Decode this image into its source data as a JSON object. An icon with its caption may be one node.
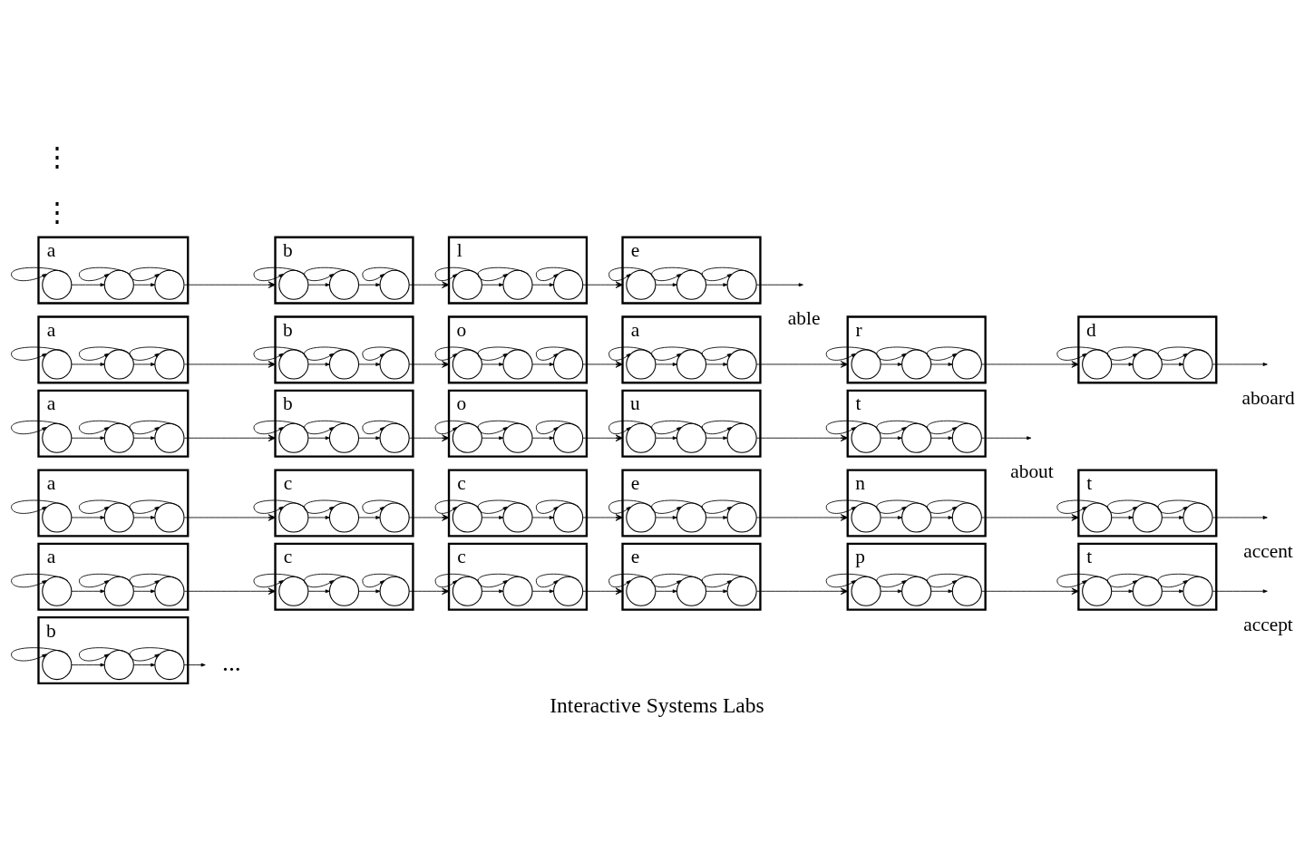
{
  "diagram": {
    "caption": "Interactive Systems Labs",
    "nodes": [
      {
        "text": [
          "a"
        ]
      },
      {
        "text": [],
        "shape": "circle",
        "in": 0
      },
      {
        "text": [],
        "shape": "circle",
        "in": 0
      },
      {
        "text": [],
        "shape": "circle",
        "in": 0
      },
      {
        "text": [
          "b"
        ]
      },
      {
        "text": [],
        "shape": "circle",
        "in": 4
      },
      {
        "text": [],
        "shape": "circle",
        "in": 4
      },
      {
        "text": [],
        "shape": "circle",
        "in": 4
      },
      {
        "text": [
          "l"
        ]
      },
      {
        "text": [],
        "shape": "circle",
        "in": 8
      },
      {
        "text": [],
        "shape": "circle",
        "in": 8
      },
      {
        "text": [],
        "shape": "circle",
        "in": 8
      },
      {
        "text": [
          "e"
        ],
        "beside": [
          "able"
        ]
      },
      {
        "text": [],
        "shape": "circle",
        "in": 12
      },
      {
        "text": [],
        "shape": "circle",
        "in": 12
      },
      {
        "text": [],
        "shape": "circle",
        "in": 12
      },
      {
        "text": [
          "a"
        ]
      },
      {
        "text": [],
        "shape": "circle",
        "in": 16
      },
      {
        "text": [],
        "shape": "circle",
        "in": 16
      },
      {
        "text": [],
        "shape": "circle",
        "in": 16
      },
      {
        "text": [
          "b"
        ]
      },
      {
        "text": [],
        "shape": "circle",
        "in": 20
      },
      {
        "text": [],
        "shape": "circle",
        "in": 20
      },
      {
        "text": [],
        "shape": "circle",
        "in": 20
      },
      {
        "text": [
          "o"
        ]
      },
      {
        "text": [],
        "shape": "circle",
        "in": 24
      },
      {
        "text": [],
        "shape": "circle",
        "in": 24
      },
      {
        "text": [],
        "shape": "circle",
        "in": 24
      },
      {
        "text": [
          "a"
        ]
      },
      {
        "text": [],
        "shape": "circle",
        "in": 28
      },
      {
        "text": [],
        "shape": "circle",
        "in": 28
      },
      {
        "text": [],
        "shape": "circle",
        "in": 28
      },
      {
        "text": [
          "r"
        ]
      },
      {
        "text": [],
        "shape": "circle",
        "in": 32
      },
      {
        "text": [],
        "shape": "circle",
        "in": 32
      },
      {
        "text": [],
        "shape": "circle",
        "in": 32
      },
      {
        "text": [
          "d"
        ],
        "beside": [
          "aboard"
        ]
      },
      {
        "text": [],
        "shape": "circle",
        "in": 36
      },
      {
        "text": [],
        "shape": "circle",
        "in": 36
      },
      {
        "text": [],
        "shape": "circle",
        "in": 36
      },
      {
        "text": [
          "a"
        ]
      },
      {
        "text": [],
        "shape": "circle",
        "in": 40
      },
      {
        "text": [],
        "shape": "circle",
        "in": 40
      },
      {
        "text": [],
        "shape": "circle",
        "in": 40
      },
      {
        "text": [
          "b"
        ]
      },
      {
        "text": [],
        "shape": "circle",
        "in": 44
      },
      {
        "text": [],
        "shape": "circle",
        "in": 44
      },
      {
        "text": [],
        "shape": "circle",
        "in": 44
      },
      {
        "text": [
          "o"
        ]
      },
      {
        "text": [],
        "shape": "circle",
        "in": 48
      },
      {
        "text": [],
        "shape": "circle",
        "in": 48
      },
      {
        "text": [],
        "shape": "circle",
        "in": 48
      },
      {
        "text": [
          "u"
        ]
      },
      {
        "text": [],
        "shape": "circle",
        "in": 52
      },
      {
        "text": [],
        "shape": "circle",
        "in": 52
      },
      {
        "text": [],
        "shape": "circle",
        "in": 52
      },
      {
        "text": [
          "t"
        ],
        "beside": [
          "about"
        ]
      },
      {
        "text": [],
        "shape": "circle",
        "in": 56
      },
      {
        "text": [],
        "shape": "circle",
        "in": 56
      },
      {
        "text": [],
        "shape": "circle",
        "in": 56
      },
      {
        "text": [
          "a"
        ]
      },
      {
        "text": [],
        "shape": "circle",
        "in": 60
      },
      {
        "text": [],
        "shape": "circle",
        "in": 60
      },
      {
        "text": [],
        "shape": "circle",
        "in": 60
      },
      {
        "text": [
          "c"
        ]
      },
      {
        "text": [],
        "shape": "circle",
        "in": 64
      },
      {
        "text": [],
        "shape": "circle",
        "in": 64
      },
      {
        "text": [],
        "shape": "circle",
        "in": 64
      },
      {
        "text": [
          "c"
        ]
      },
      {
        "text": [],
        "shape": "circle",
        "in": 68
      },
      {
        "text": [],
        "shape": "circle",
        "in": 68
      },
      {
        "text": [],
        "shape": "circle",
        "in": 68
      },
      {
        "text": [
          "e"
        ]
      },
      {
        "text": [],
        "shape": "circle",
        "in": 72
      },
      {
        "text": [],
        "shape": "circle",
        "in": 72
      },
      {
        "text": [],
        "shape": "circle",
        "in": 72
      },
      {
        "text": [
          "n"
        ]
      },
      {
        "text": [],
        "shape": "circle",
        "in": 76
      },
      {
        "text": [],
        "shape": "circle",
        "in": 76
      },
      {
        "text": [],
        "shape": "circle",
        "in": 76
      },
      {
        "text": [
          "t"
        ],
        "beside": [
          "accent"
        ]
      },
      {
        "text": [],
        "shape": "circle",
        "in": 80
      },
      {
        "text": [],
        "shape": "circle",
        "in": 80
      },
      {
        "text": [],
        "shape": "circle",
        "in": 80
      },
      {
        "text": [
          "a"
        ]
      },
      {
        "text": [],
        "shape": "circle",
        "in": 84
      },
      {
        "text": [],
        "shape": "circle",
        "in": 84
      },
      {
        "text": [],
        "shape": "circle",
        "in": 84
      },
      {
        "text": [
          "c"
        ]
      },
      {
        "text": [],
        "shape": "circle",
        "in": 88
      },
      {
        "text": [],
        "shape": "circle",
        "in": 88
      },
      {
        "text": [],
        "shape": "circle",
        "in": 88
      },
      {
        "text": [
          "c"
        ]
      },
      {
        "text": [],
        "shape": "circle",
        "in": 92
      },
      {
        "text": [],
        "shape": "circle",
        "in": 92
      },
      {
        "text": [],
        "shape": "circle",
        "in": 92
      },
      {
        "text": [
          "e"
        ]
      },
      {
        "text": [],
        "shape": "circle",
        "in": 96
      },
      {
        "text": [],
        "shape": "circle",
        "in": 96
      },
      {
        "text": [],
        "shape": "circle",
        "in": 96
      },
      {
        "text": [
          "p"
        ]
      },
      {
        "text": [],
        "shape": "circle",
        "in": 100
      },
      {
        "text": [],
        "shape": "circle",
        "in": 100
      },
      {
        "text": [],
        "shape": "circle",
        "in": 100
      },
      {
        "text": [
          "t"
        ],
        "beside": [
          "accept"
        ]
      },
      {
        "text": [],
        "shape": "circle",
        "in": 104
      },
      {
        "text": [],
        "shape": "circle",
        "in": 104
      },
      {
        "text": [],
        "shape": "circle",
        "in": 104
      },
      {
        "text": [
          "b"
        ]
      },
      {
        "text": [],
        "shape": "circle",
        "in": 108
      },
      {
        "text": [],
        "shape": "circle",
        "in": 108
      },
      {
        "text": [],
        "shape": "circle",
        "in": 108
      },
      {
        "text": [
          "..."
        ]
      }
    ],
    "edges": [
      {
        "from": 1,
        "to": 1,
        "arrow": "to"
      },
      {
        "from": 2,
        "to": 2,
        "arrow": "to"
      },
      {
        "from": 3,
        "to": 3,
        "arrow": "to"
      },
      {
        "from": 1,
        "to": 2,
        "arrow": "to"
      },
      {
        "from": 2,
        "to": 3,
        "arrow": "to"
      },
      {
        "from": 3,
        "to": 4,
        "arrow": "to"
      },
      {
        "from": 5,
        "to": 5,
        "arrow": "to"
      },
      {
        "from": 6,
        "to": 6,
        "arrow": "to"
      },
      {
        "from": 7,
        "to": 7,
        "arrow": "to"
      },
      {
        "from": 5,
        "to": 6,
        "arrow": "to"
      },
      {
        "from": 6,
        "to": 7,
        "arrow": "to"
      },
      {
        "from": 7,
        "to": 8,
        "arrow": "to"
      },
      {
        "from": 9,
        "to": 9,
        "arrow": "to"
      },
      {
        "from": 10,
        "to": 10,
        "arrow": "to"
      },
      {
        "from": 11,
        "to": 11,
        "arrow": "to"
      },
      {
        "from": 9,
        "to": 10,
        "arrow": "to"
      },
      {
        "from": 10,
        "to": 11,
        "arrow": "to"
      },
      {
        "from": 11,
        "to": 12,
        "arrow": "to"
      },
      {
        "from": 13,
        "to": 13,
        "arrow": "to"
      },
      {
        "from": 14,
        "to": 14,
        "arrow": "to"
      },
      {
        "from": 15,
        "to": 15,
        "arrow": "to"
      },
      {
        "from": 13,
        "to": 14,
        "arrow": "to"
      },
      {
        "from": 14,
        "to": 15,
        "arrow": "to"
      },
      {
        "from": 15,
        "to": null,
        "arrow": "to"
      },
      {
        "from": 17,
        "to": 17,
        "arrow": "to"
      },
      {
        "from": 18,
        "to": 18,
        "arrow": "to"
      },
      {
        "from": 19,
        "to": 19,
        "arrow": "to"
      },
      {
        "from": 17,
        "to": 18,
        "arrow": "to"
      },
      {
        "from": 18,
        "to": 19,
        "arrow": "to"
      },
      {
        "from": 19,
        "to": 20,
        "arrow": "to"
      },
      {
        "from": 21,
        "to": 21,
        "arrow": "to"
      },
      {
        "from": 22,
        "to": 22,
        "arrow": "to"
      },
      {
        "from": 23,
        "to": 23,
        "arrow": "to"
      },
      {
        "from": 21,
        "to": 22,
        "arrow": "to"
      },
      {
        "from": 22,
        "to": 23,
        "arrow": "to"
      },
      {
        "from": 23,
        "to": 24,
        "arrow": "to"
      },
      {
        "from": 25,
        "to": 25,
        "arrow": "to"
      },
      {
        "from": 26,
        "to": 26,
        "arrow": "to"
      },
      {
        "from": 27,
        "to": 27,
        "arrow": "to"
      },
      {
        "from": 25,
        "to": 26,
        "arrow": "to"
      },
      {
        "from": 26,
        "to": 27,
        "arrow": "to"
      },
      {
        "from": 27,
        "to": 28,
        "arrow": "to"
      },
      {
        "from": 29,
        "to": 29,
        "arrow": "to"
      },
      {
        "from": 30,
        "to": 30,
        "arrow": "to"
      },
      {
        "from": 31,
        "to": 31,
        "arrow": "to"
      },
      {
        "from": 29,
        "to": 30,
        "arrow": "to"
      },
      {
        "from": 30,
        "to": 31,
        "arrow": "to"
      },
      {
        "from": 31,
        "to": 32,
        "arrow": "to"
      },
      {
        "from": 33,
        "to": 33,
        "arrow": "to"
      },
      {
        "from": 34,
        "to": 34,
        "arrow": "to"
      },
      {
        "from": 35,
        "to": 35,
        "arrow": "to"
      },
      {
        "from": 33,
        "to": 34,
        "arrow": "to"
      },
      {
        "from": 34,
        "to": 35,
        "arrow": "to"
      },
      {
        "from": 35,
        "to": 36,
        "arrow": "to"
      },
      {
        "from": 37,
        "to": 37,
        "arrow": "to"
      },
      {
        "from": 38,
        "to": 38,
        "arrow": "to"
      },
      {
        "from": 39,
        "to": 39,
        "arrow": "to"
      },
      {
        "from": 37,
        "to": 38,
        "arrow": "to"
      },
      {
        "from": 38,
        "to": 39,
        "arrow": "to"
      },
      {
        "from": 39,
        "to": null,
        "arrow": "to"
      },
      {
        "from": 41,
        "to": 41,
        "arrow": "to"
      },
      {
        "from": 42,
        "to": 42,
        "arrow": "to"
      },
      {
        "from": 43,
        "to": 43,
        "arrow": "to"
      },
      {
        "from": 41,
        "to": 42,
        "arrow": "to"
      },
      {
        "from": 42,
        "to": 43,
        "arrow": "to"
      },
      {
        "from": 43,
        "to": 44,
        "arrow": "to"
      },
      {
        "from": 45,
        "to": 45,
        "arrow": "to"
      },
      {
        "from": 46,
        "to": 46,
        "arrow": "to"
      },
      {
        "from": 47,
        "to": 47,
        "arrow": "to"
      },
      {
        "from": 45,
        "to": 46,
        "arrow": "to"
      },
      {
        "from": 46,
        "to": 47,
        "arrow": "to"
      },
      {
        "from": 47,
        "to": 48,
        "arrow": "to"
      },
      {
        "from": 49,
        "to": 49,
        "arrow": "to"
      },
      {
        "from": 50,
        "to": 50,
        "arrow": "to"
      },
      {
        "from": 51,
        "to": 51,
        "arrow": "to"
      },
      {
        "from": 49,
        "to": 50,
        "arrow": "to"
      },
      {
        "from": 50,
        "to": 51,
        "arrow": "to"
      },
      {
        "from": 51,
        "to": 52,
        "arrow": "to"
      },
      {
        "from": 53,
        "to": 53,
        "arrow": "to"
      },
      {
        "from": 54,
        "to": 54,
        "arrow": "to"
      },
      {
        "from": 55,
        "to": 55,
        "arrow": "to"
      },
      {
        "from": 53,
        "to": 54,
        "arrow": "to"
      },
      {
        "from": 54,
        "to": 55,
        "arrow": "to"
      },
      {
        "from": 55,
        "to": 56,
        "arrow": "to"
      },
      {
        "from": 57,
        "to": 57,
        "arrow": "to"
      },
      {
        "from": 58,
        "to": 58,
        "arrow": "to"
      },
      {
        "from": 59,
        "to": 59,
        "arrow": "to"
      },
      {
        "from": 57,
        "to": 58,
        "arrow": "to"
      },
      {
        "from": 58,
        "to": 59,
        "arrow": "to"
      },
      {
        "from": 59,
        "to": null,
        "arrow": "to"
      },
      {
        "from": 61,
        "to": 61,
        "arrow": "to"
      },
      {
        "from": 62,
        "to": 62,
        "arrow": "to"
      },
      {
        "from": 63,
        "to": 63,
        "arrow": "to"
      },
      {
        "from": 61,
        "to": 62,
        "arrow": "to"
      },
      {
        "from": 62,
        "to": 63,
        "arrow": "to"
      },
      {
        "from": 63,
        "to": 64,
        "arrow": "to"
      },
      {
        "from": 65,
        "to": 65,
        "arrow": "to"
      },
      {
        "from": 66,
        "to": 66,
        "arrow": "to"
      },
      {
        "from": 67,
        "to": 67,
        "arrow": "to"
      },
      {
        "from": 65,
        "to": 66,
        "arrow": "to"
      },
      {
        "from": 66,
        "to": 67,
        "arrow": "to"
      },
      {
        "from": 67,
        "to": 68,
        "arrow": "to"
      },
      {
        "from": 69,
        "to": 69,
        "arrow": "to"
      },
      {
        "from": 70,
        "to": 70,
        "arrow": "to"
      },
      {
        "from": 71,
        "to": 71,
        "arrow": "to"
      },
      {
        "from": 69,
        "to": 70,
        "arrow": "to"
      },
      {
        "from": 70,
        "to": 71,
        "arrow": "to"
      },
      {
        "from": 71,
        "to": 72,
        "arrow": "to"
      },
      {
        "from": 73,
        "to": 73,
        "arrow": "to"
      },
      {
        "from": 74,
        "to": 74,
        "arrow": "to"
      },
      {
        "from": 75,
        "to": 75,
        "arrow": "to"
      },
      {
        "from": 73,
        "to": 74,
        "arrow": "to"
      },
      {
        "from": 74,
        "to": 75,
        "arrow": "to"
      },
      {
        "from": 75,
        "to": 76,
        "arrow": "to"
      },
      {
        "from": 77,
        "to": 77,
        "arrow": "to"
      },
      {
        "from": 78,
        "to": 78,
        "arrow": "to"
      },
      {
        "from": 79,
        "to": 79,
        "arrow": "to"
      },
      {
        "from": 77,
        "to": 78,
        "arrow": "to"
      },
      {
        "from": 78,
        "to": 79,
        "arrow": "to"
      },
      {
        "from": 79,
        "to": 80,
        "arrow": "to"
      },
      {
        "from": 81,
        "to": 81,
        "arrow": "to"
      },
      {
        "from": 82,
        "to": 82,
        "arrow": "to"
      },
      {
        "from": 83,
        "to": 83,
        "arrow": "to"
      },
      {
        "from": 81,
        "to": 82,
        "arrow": "to"
      },
      {
        "from": 82,
        "to": 83,
        "arrow": "to"
      },
      {
        "from": 83,
        "to": null,
        "arrow": "to"
      },
      {
        "from": 85,
        "to": 85,
        "arrow": "to"
      },
      {
        "from": 86,
        "to": 86,
        "arrow": "to"
      },
      {
        "from": 87,
        "to": 87,
        "arrow": "to"
      },
      {
        "from": 85,
        "to": 86,
        "arrow": "to"
      },
      {
        "from": 86,
        "to": 87,
        "arrow": "to"
      },
      {
        "from": 87,
        "to": 88,
        "arrow": "to"
      },
      {
        "from": 89,
        "to": 89,
        "arrow": "to"
      },
      {
        "from": 90,
        "to": 90,
        "arrow": "to"
      },
      {
        "from": 91,
        "to": 91,
        "arrow": "to"
      },
      {
        "from": 89,
        "to": 90,
        "arrow": "to"
      },
      {
        "from": 90,
        "to": 91,
        "arrow": "to"
      },
      {
        "from": 91,
        "to": 92,
        "arrow": "to"
      },
      {
        "from": 93,
        "to": 93,
        "arrow": "to"
      },
      {
        "from": 94,
        "to": 94,
        "arrow": "to"
      },
      {
        "from": 95,
        "to": 95,
        "arrow": "to"
      },
      {
        "from": 93,
        "to": 94,
        "arrow": "to"
      },
      {
        "from": 94,
        "to": 95,
        "arrow": "to"
      },
      {
        "from": 95,
        "to": 96,
        "arrow": "to"
      },
      {
        "from": 97,
        "to": 97,
        "arrow": "to"
      },
      {
        "from": 98,
        "to": 98,
        "arrow": "to"
      },
      {
        "from": 99,
        "to": 99,
        "arrow": "to"
      },
      {
        "from": 97,
        "to": 98,
        "arrow": "to"
      },
      {
        "from": 98,
        "to": 99,
        "arrow": "to"
      },
      {
        "from": 99,
        "to": 100,
        "arrow": "to"
      },
      {
        "from": 101,
        "to": 101,
        "arrow": "to"
      },
      {
        "from": 102,
        "to": 102,
        "arrow": "to"
      },
      {
        "from": 103,
        "to": 103,
        "arrow": "to"
      },
      {
        "from": 101,
        "to": 102,
        "arrow": "to"
      },
      {
        "from": 102,
        "to": 103,
        "arrow": "to"
      },
      {
        "from": 103,
        "to": 104,
        "arrow": "to"
      },
      {
        "from": 105,
        "to": 105,
        "arrow": "to"
      },
      {
        "from": 106,
        "to": 106,
        "arrow": "to"
      },
      {
        "from": 107,
        "to": 107,
        "arrow": "to"
      },
      {
        "from": 105,
        "to": 106,
        "arrow": "to"
      },
      {
        "from": 106,
        "to": 107,
        "arrow": "to"
      },
      {
        "from": 107,
        "to": null,
        "arrow": "to"
      },
      {
        "from": 109,
        "to": 109,
        "arrow": "to"
      },
      {
        "from": 110,
        "to": 110,
        "arrow": "to"
      },
      {
        "from": 111,
        "to": 111,
        "arrow": "to"
      },
      {
        "from": 109,
        "to": 110,
        "arrow": "to"
      },
      {
        "from": 110,
        "to": 111,
        "arrow": "to"
      },
      {
        "from": 111,
        "to": 112,
        "arrow": "to"
      }
    ],
    "labels": [
      "⋮",
      "⋮"
    ]
  }
}
